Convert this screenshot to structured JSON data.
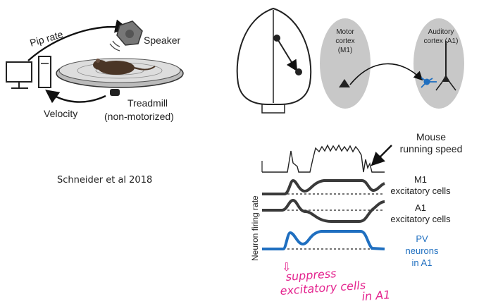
{
  "apparatus": {
    "pip_rate": "Pip rate",
    "speaker": "Speaker",
    "velocity": "Velocity",
    "treadmill": "Treadmill",
    "treadmill_note": "(non-motorized)"
  },
  "brain": {
    "motor": [
      "Motor",
      "cortex",
      "(M1)"
    ],
    "auditory": [
      "Auditory",
      "cortex (A1)"
    ]
  },
  "traces": {
    "running_speed": [
      "Mouse",
      "running speed"
    ],
    "y_axis": "Neuron firing rate",
    "m1": [
      "M1",
      "excitatory cells"
    ],
    "a1": [
      "A1",
      "excitatory cells"
    ],
    "pv": [
      "PV",
      "neurons",
      "in A1"
    ]
  },
  "colors": {
    "pv_trace": "#1f6fc0",
    "annotation": "#e4258f",
    "cortex_fill": "#c8c8c8"
  },
  "citation": "Schneider et al 2018",
  "annotation": {
    "arrow": "⇩",
    "line1": "suppress",
    "line2": "excitatory cells",
    "line3": "in A1"
  }
}
